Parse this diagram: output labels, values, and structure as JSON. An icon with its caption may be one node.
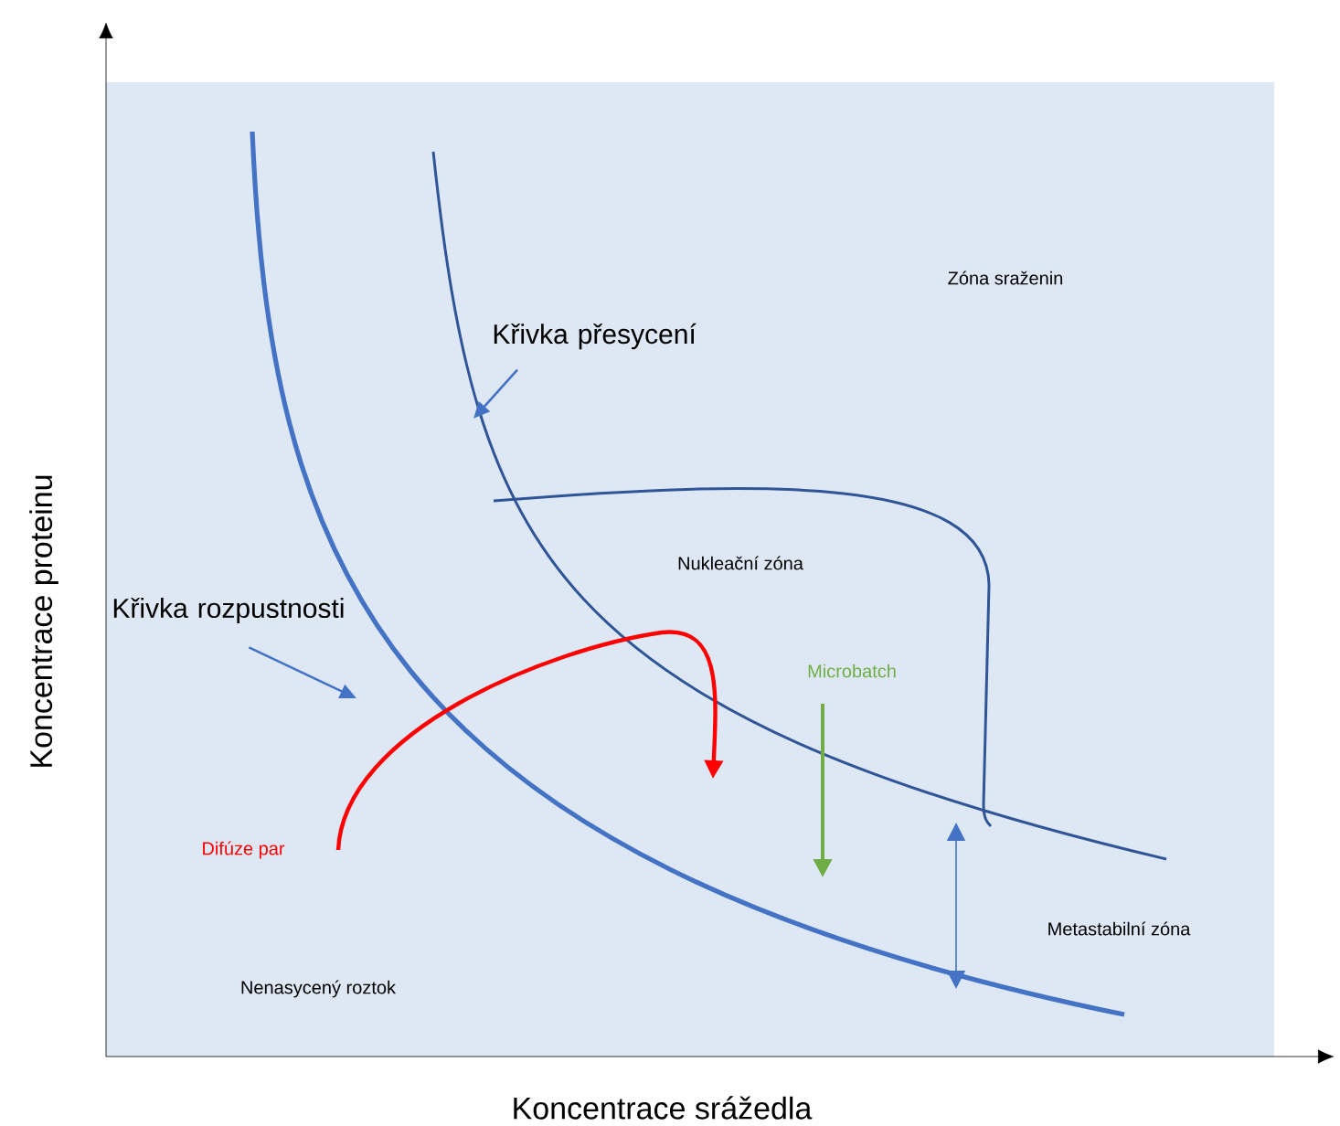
{
  "diagram": {
    "nodes": [
      {
        "text": [
          "Křivka přesycení"
        ]
      },
      {
        "text": [
          "Křivka rozpustnosti"
        ]
      }
    ],
    "edges": [
      {
        "from": 0,
        "to": null,
        "arrow": "to"
      },
      {
        "from": 1,
        "to": null,
        "arrow": "to"
      }
    ],
    "labels": [
      "Zóna sraženin",
      "Nukleační zóna",
      "Microbatch",
      "Difúze par",
      "Metastabilní zóna",
      "Nenasycený roztok",
      "Koncentrace proteinu",
      "Koncentrace srážedla"
    ]
  }
}
